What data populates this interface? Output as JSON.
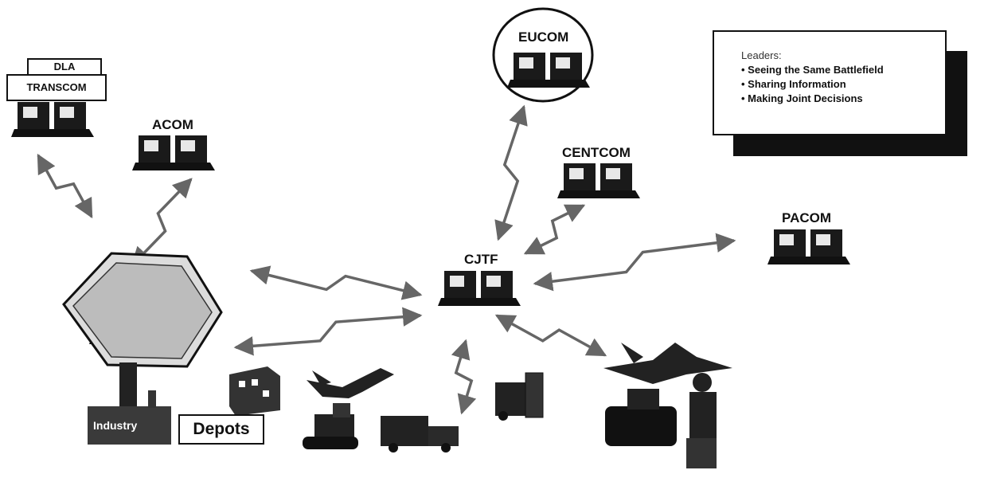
{
  "nodes": {
    "dla": "DLA",
    "transcom": "TRANSCOM",
    "acom": "ACOM",
    "eucom": "EUCOM",
    "centcom": "CENTCOM",
    "pacom": "PACOM",
    "cjtf": "CJTF",
    "industry": "Industry",
    "depots": "Depots"
  },
  "legend": {
    "title": "Leaders:",
    "items": [
      "Seeing the Same Battlefield",
      "Sharing Information",
      "Making Joint Decisions"
    ]
  },
  "icons": {
    "workstation": "computer-workstation-icon",
    "command_center": "command-center-icon",
    "building": "building-icon",
    "aircraft": "aircraft-icon",
    "fighter": "fighter-jet-icon",
    "bulldozer": "bulldozer-icon",
    "truck": "truck-icon",
    "forklift": "forklift-icon",
    "tank": "tank-icon",
    "soldier": "soldier-icon",
    "link": "communication-link-arrow"
  },
  "colors": {
    "ink": "#111111",
    "link": "#666666",
    "background": "#ffffff"
  }
}
